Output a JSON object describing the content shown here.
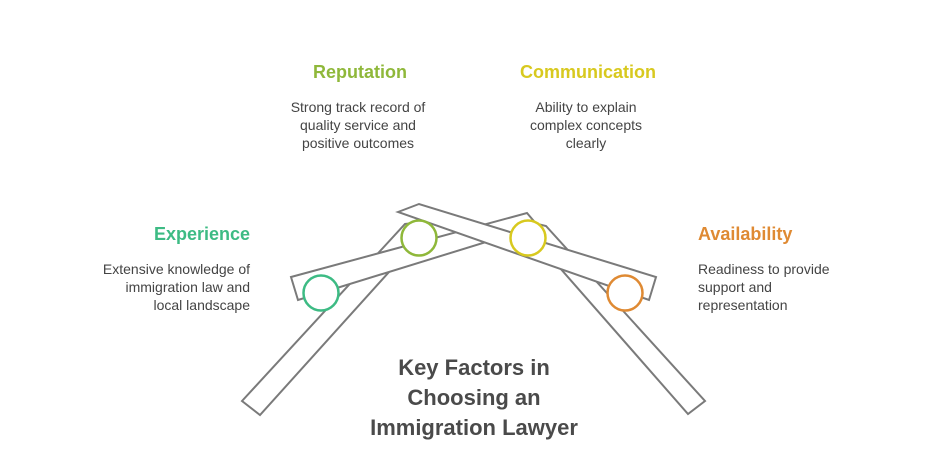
{
  "title_lines": [
    "Key Factors in",
    "Choosing an",
    "Immigration Lawyer"
  ],
  "factors": {
    "experience": {
      "heading": "Experience",
      "lines": [
        "Extensive knowledge of",
        "immigration law and",
        "local landscape"
      ],
      "color": "#3dbb84"
    },
    "reputation": {
      "heading": "Reputation",
      "lines": [
        "Strong track record of",
        "quality service and",
        "positive outcomes"
      ],
      "color": "#8fb83a"
    },
    "communication": {
      "heading": "Communication",
      "lines": [
        "Ability to explain",
        "complex concepts",
        "clearly"
      ],
      "color": "#d8c91f"
    },
    "availability": {
      "heading": "Availability",
      "lines": [
        "Readiness to provide",
        "support and",
        "representation"
      ],
      "color": "#df8a33"
    }
  },
  "diagram_colors": {
    "stroke": "#7a7a7a",
    "fill": "#ffffff"
  }
}
